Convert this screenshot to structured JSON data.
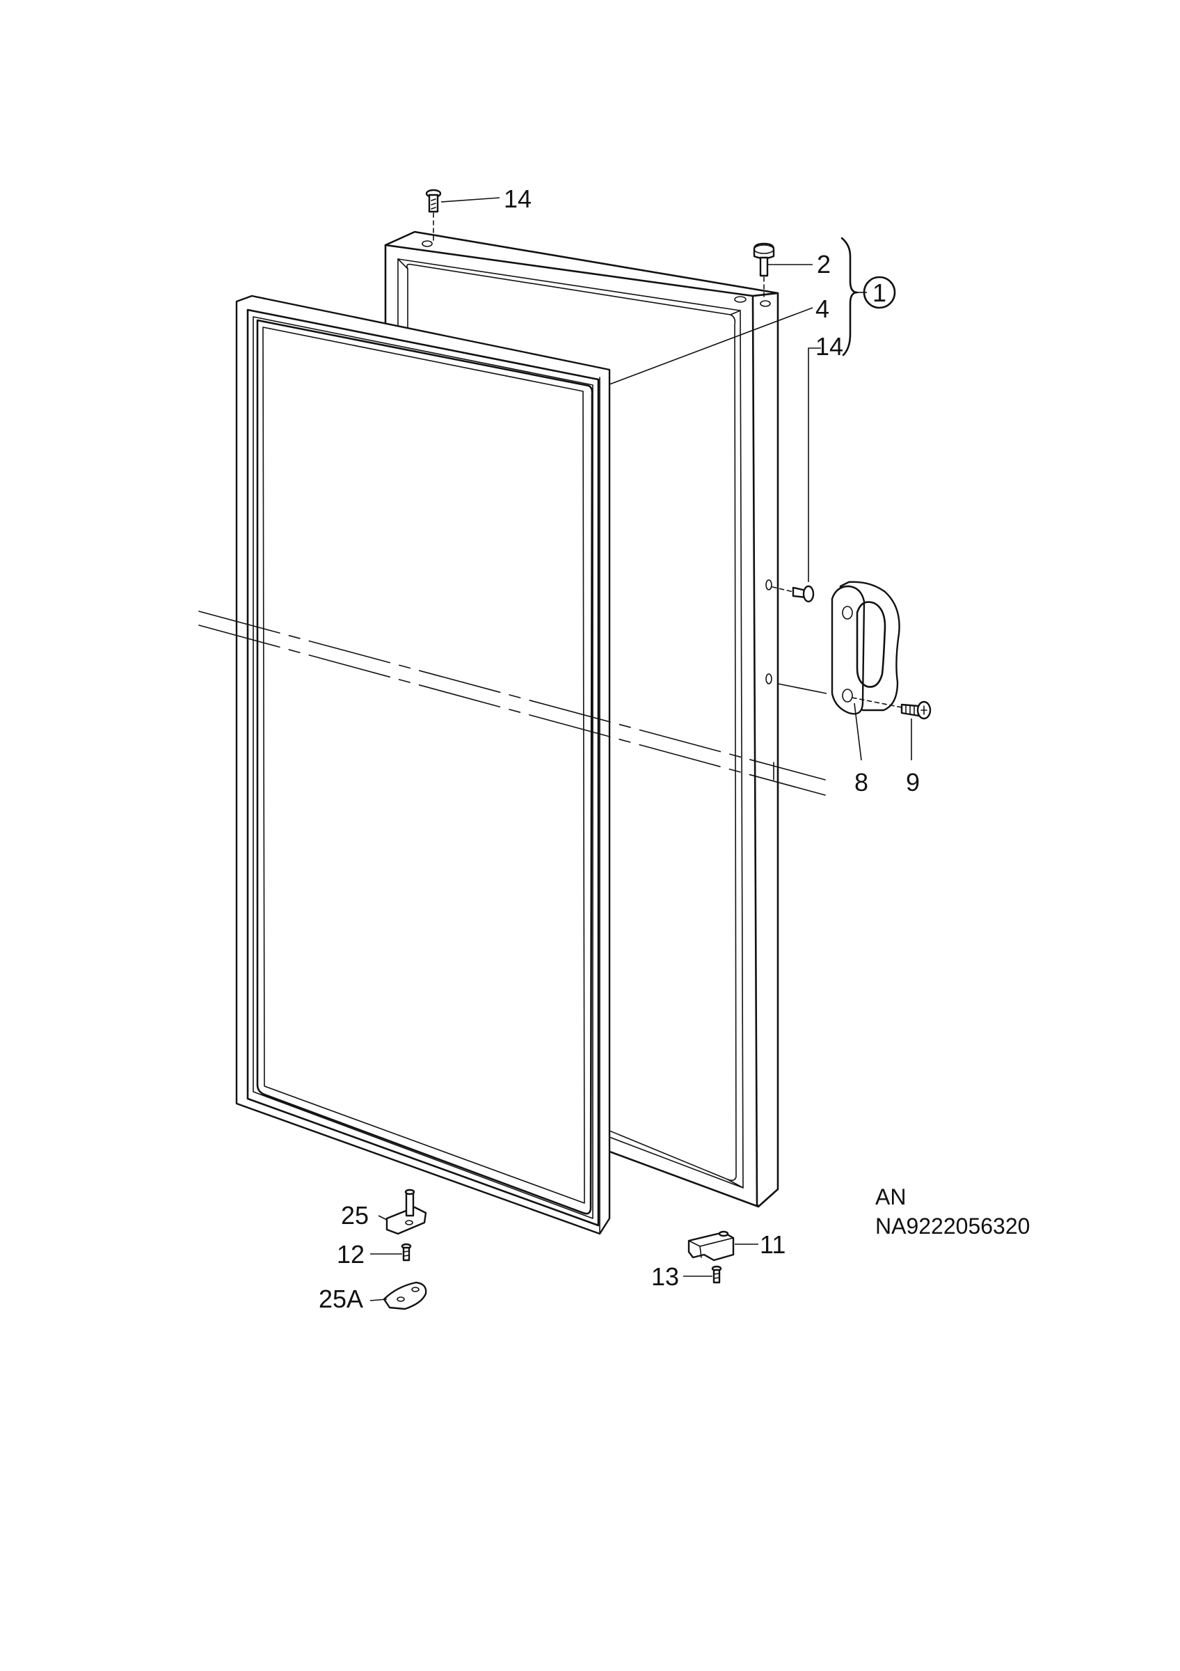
{
  "labels": {
    "item_14_top": "14",
    "item_2": "2",
    "item_1": "1",
    "item_4": "4",
    "item_14_side": "14",
    "item_8": "8",
    "item_9": "9",
    "item_25": "25",
    "item_12": "12",
    "item_25A": "25A",
    "item_11": "11",
    "item_13": "13"
  },
  "drawing_code": {
    "line1": "AN",
    "line2": "NA9222056320"
  }
}
